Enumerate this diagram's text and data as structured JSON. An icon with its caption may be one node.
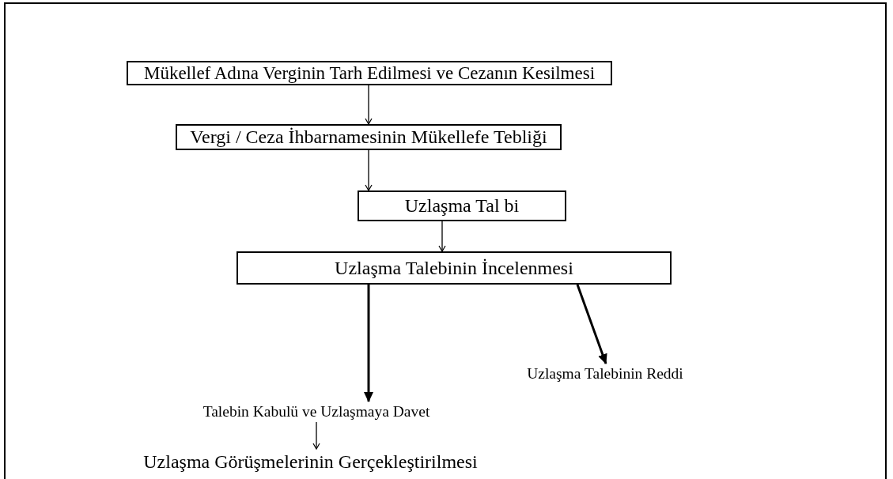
{
  "diagram": {
    "nodes": [
      {
        "text": [
          "Mükellef Adına Verginin Tarh Edilmesi ve Cezanın Kesilmesi"
        ]
      },
      {
        "text": [
          "Vergi / Ceza İhbarnamesinin Mükellefe Tebliği"
        ]
      },
      {
        "text": [
          "Uzlaşma Tal bi"
        ]
      },
      {
        "text": [
          "Uzlaşma Talebinin İncelenmesi"
        ]
      },
      {
        "text": [
          "Talebin Kabulü ve Uzlaşmaya Davet"
        ]
      },
      {
        "text": [
          "Uzlaşma Talebinin Reddi"
        ]
      },
      {
        "text": [
          "Uzlaşma Görüşmelerinin Gerçekleştirilmesi"
        ]
      }
    ],
    "edges": [
      {
        "from": 0,
        "to": 1,
        "arrow": "to"
      },
      {
        "from": 1,
        "to": 2,
        "arrow": "to"
      },
      {
        "from": 2,
        "to": 3,
        "arrow": "to"
      },
      {
        "from": 3,
        "to": 4,
        "arrow": "to",
        "style": "thick"
      },
      {
        "from": 3,
        "to": 5,
        "arrow": "to",
        "style": "thick"
      },
      {
        "from": 4,
        "to": 6,
        "arrow": "to"
      }
    ]
  }
}
